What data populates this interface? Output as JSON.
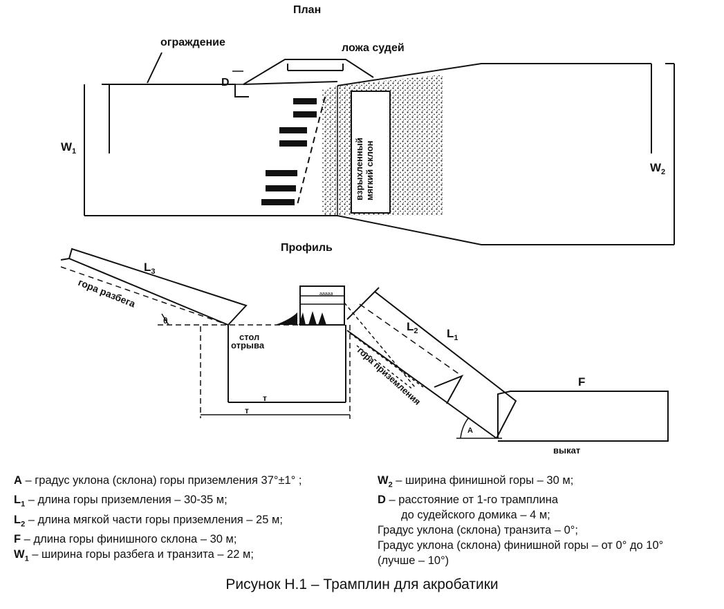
{
  "plan": {
    "title": "План",
    "fence": "ограждение",
    "judges_box": "ложа судей",
    "d": "D",
    "w1": "W",
    "w1_sub": "1",
    "w2": "W",
    "w2_sub": "2",
    "soft_slope_line1": "взрыхленный",
    "soft_slope_line2": "мягкий склон"
  },
  "profile": {
    "title": "Профиль",
    "l3": "L",
    "l3_sub": "3",
    "l2": "L",
    "l2_sub": "2",
    "l1": "L",
    "l1_sub": "1",
    "run_in_hill": "гора разбега",
    "theta": "θ",
    "table_line1": "стол",
    "table_line2": "отрыва",
    "t_short": "т",
    "t_long": "т",
    "landing_hill": "гора приземления",
    "f": "F",
    "a": "A",
    "run_out": "выкат"
  },
  "legend_left": [
    {
      "key": "A",
      "sub": "",
      "text": " – градус уклона (склона) горы приземления 37",
      "tail": "°±1° ;"
    },
    {
      "key": "L",
      "sub": "1",
      "text": " – длина горы приземления – 30-35 м;",
      "tail": ""
    },
    {
      "key": "L",
      "sub": "2",
      "text": " – длина мягкой части горы приземления – 25 м;",
      "tail": ""
    },
    {
      "key": "F",
      "sub": "",
      "text": " – длина горы финишного склона – 30 м;",
      "tail": ""
    },
    {
      "key": "W",
      "sub": "1",
      "text": " – ширина горы разбега и транзита – 22 м;",
      "tail": ""
    }
  ],
  "legend_right": [
    {
      "key": "W",
      "sub": "2",
      "text": " – ширина финишной горы – 30 м;"
    },
    {
      "key": "D",
      "sub": "",
      "text": " – расстояние от 1-го трамплина"
    },
    {
      "key": "",
      "sub": "",
      "text": "до судейского домика – 4 м;"
    },
    {
      "key": "",
      "sub": "",
      "text": "Градус уклона (склона) транзита – 0°;"
    },
    {
      "key": "",
      "sub": "",
      "text": "Градус уклона (склона) финишной горы – от 0° до 10°"
    },
    {
      "key": "",
      "sub": "",
      "text": "(лучше – 10°)"
    }
  ],
  "caption": "Рисунок Н.1 – Трамплин для акробатики"
}
